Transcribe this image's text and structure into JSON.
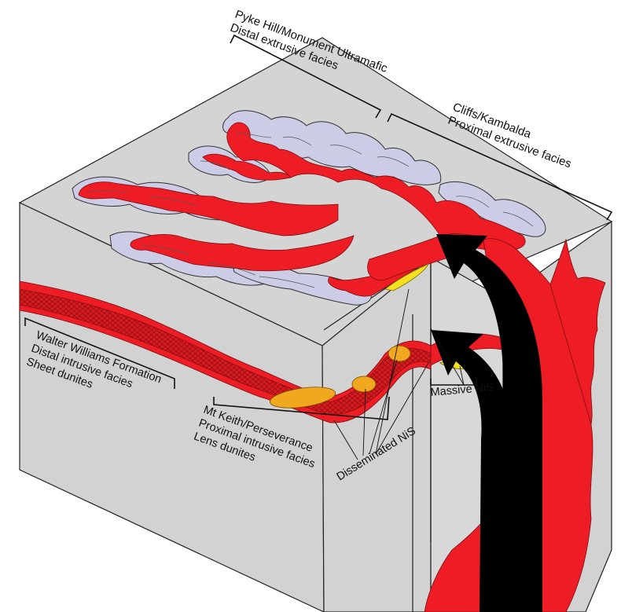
{
  "labels": {
    "pyke_title": "Pyke Hill/Monument Ultramafic",
    "pyke_sub": "Distal extrusive facies",
    "cliffs_title": "Cliffs/Kambalda",
    "cliffs_sub": "Proximal extrusive facies",
    "walter_line1": "Walter Williams Formation",
    "walter_line2": "Distal intrusive facies",
    "walter_line3": "Sheet dunites",
    "keith_line1": "Mt Keith/Perseverance",
    "keith_line2": "Proximal intrusive facies",
    "keith_line3": "Lens dunites",
    "disseminated": "Disseminated NiS",
    "massive": "Massive NiS"
  },
  "colors": {
    "block_face": "#d4d4d4",
    "magma": "#ee1c24",
    "lava_margin": "#cccce6",
    "sulfide_disseminated": "#f0a81e",
    "sulfide_massive": "#f5e020",
    "flow_arrow": "#000000"
  }
}
